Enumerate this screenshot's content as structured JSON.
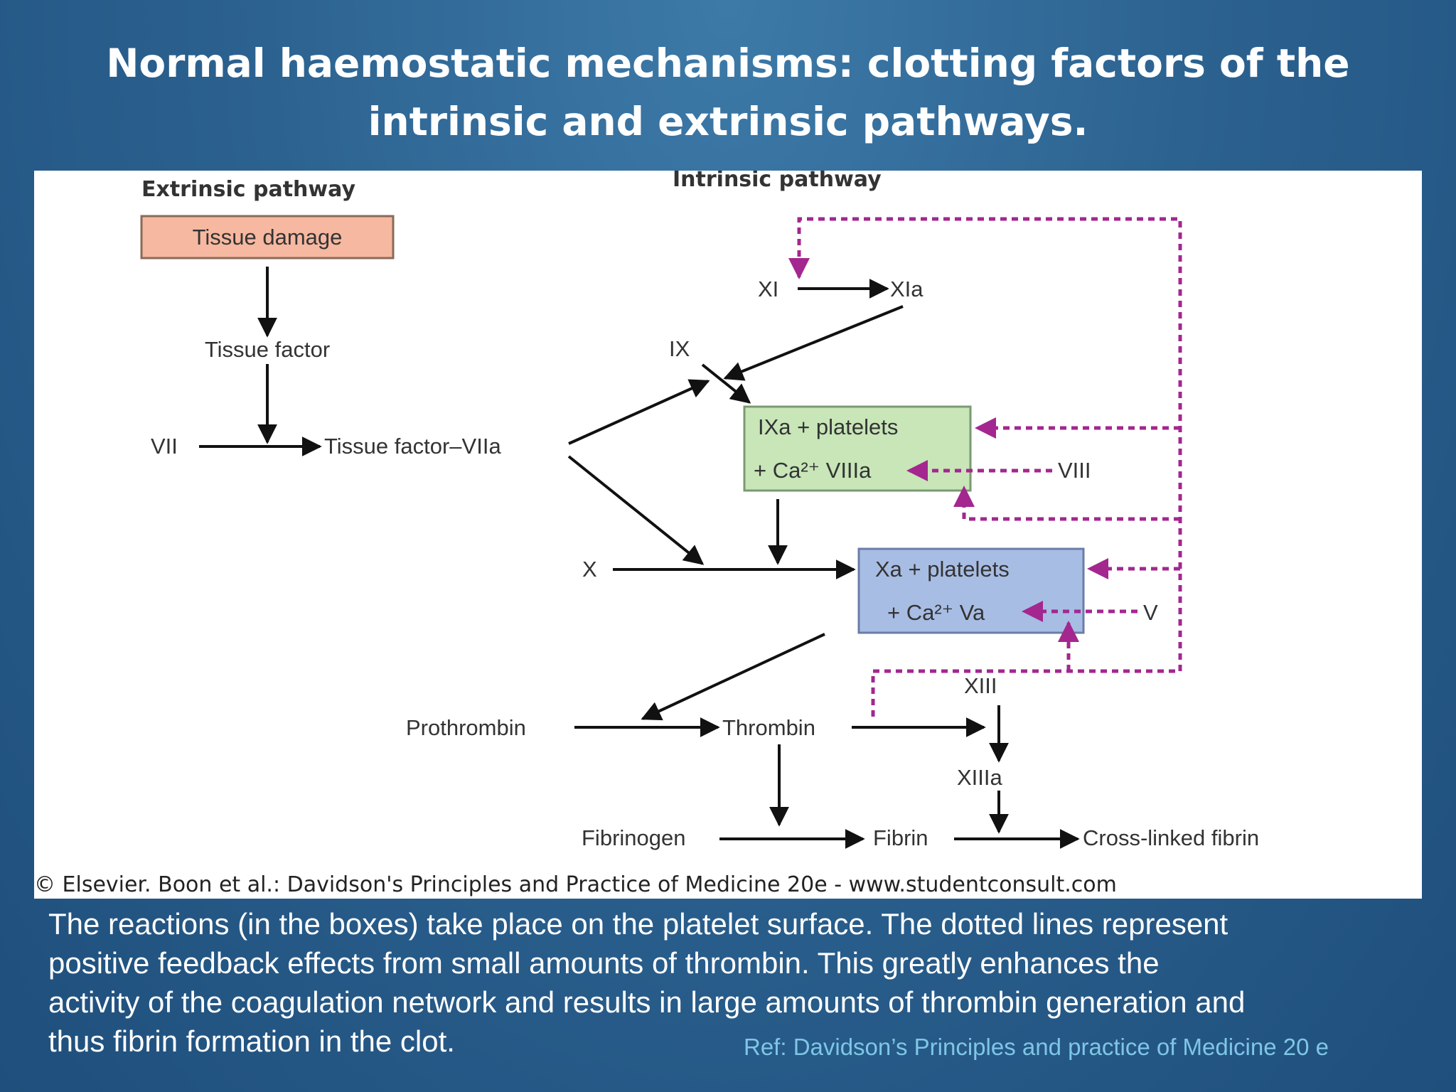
{
  "title": {
    "line1": "Normal haemostatic mechanisms: clotting factors of the",
    "line2": "intrinsic and extrinsic pathways."
  },
  "diagram": {
    "extrinsic_header": "Extrinsic pathway",
    "intrinsic_header": "Intrinsic pathway",
    "nodes": {
      "tissue_damage": "Tissue damage",
      "tissue_factor": "Tissue factor",
      "vii": "VII",
      "tissue_factor_viia": "Tissue factor–VIIa",
      "xi": "XI",
      "xia": "XIa",
      "ix": "IX",
      "ixa_box_line1": "IXa  +  platelets",
      "ixa_box_line2": "+ Ca²⁺ VIIIa",
      "viii": "VIII",
      "x": "X",
      "xa_box_line1": "Xa  +  platelets",
      "xa_box_line2": "+ Ca²⁺ Va",
      "v": "V",
      "xiii": "XIII",
      "prothrombin": "Prothrombin",
      "thrombin": "Thrombin",
      "xiiia": "XIIIa",
      "fibrinogen": "Fibrinogen",
      "fibrin": "Fibrin",
      "cross_linked_fibrin": "Cross-linked fibrin"
    },
    "credit": "© Elsevier. Boon et al.: Davidson's Principles and Practice of Medicine 20e - www.studentconsult.com",
    "colors": {
      "tissue_damage_box": "#f6b8a0",
      "ixa_box": "#c8e6b8",
      "xa_box": "#a8bde4",
      "feedback": "#a3278f"
    }
  },
  "caption": {
    "line1": "The reactions (in the boxes) take place on the platelet surface. The dotted lines represent",
    "line2": "positive feedback effects from small amounts of thrombin. This greatly enhances the",
    "line3": "activity of the coagulation network and results in large amounts of thrombin generation and",
    "line4": "thus fibrin formation in the clot."
  },
  "reference": "Ref: Davidson’s Principles and practice of Medicine 20 e"
}
